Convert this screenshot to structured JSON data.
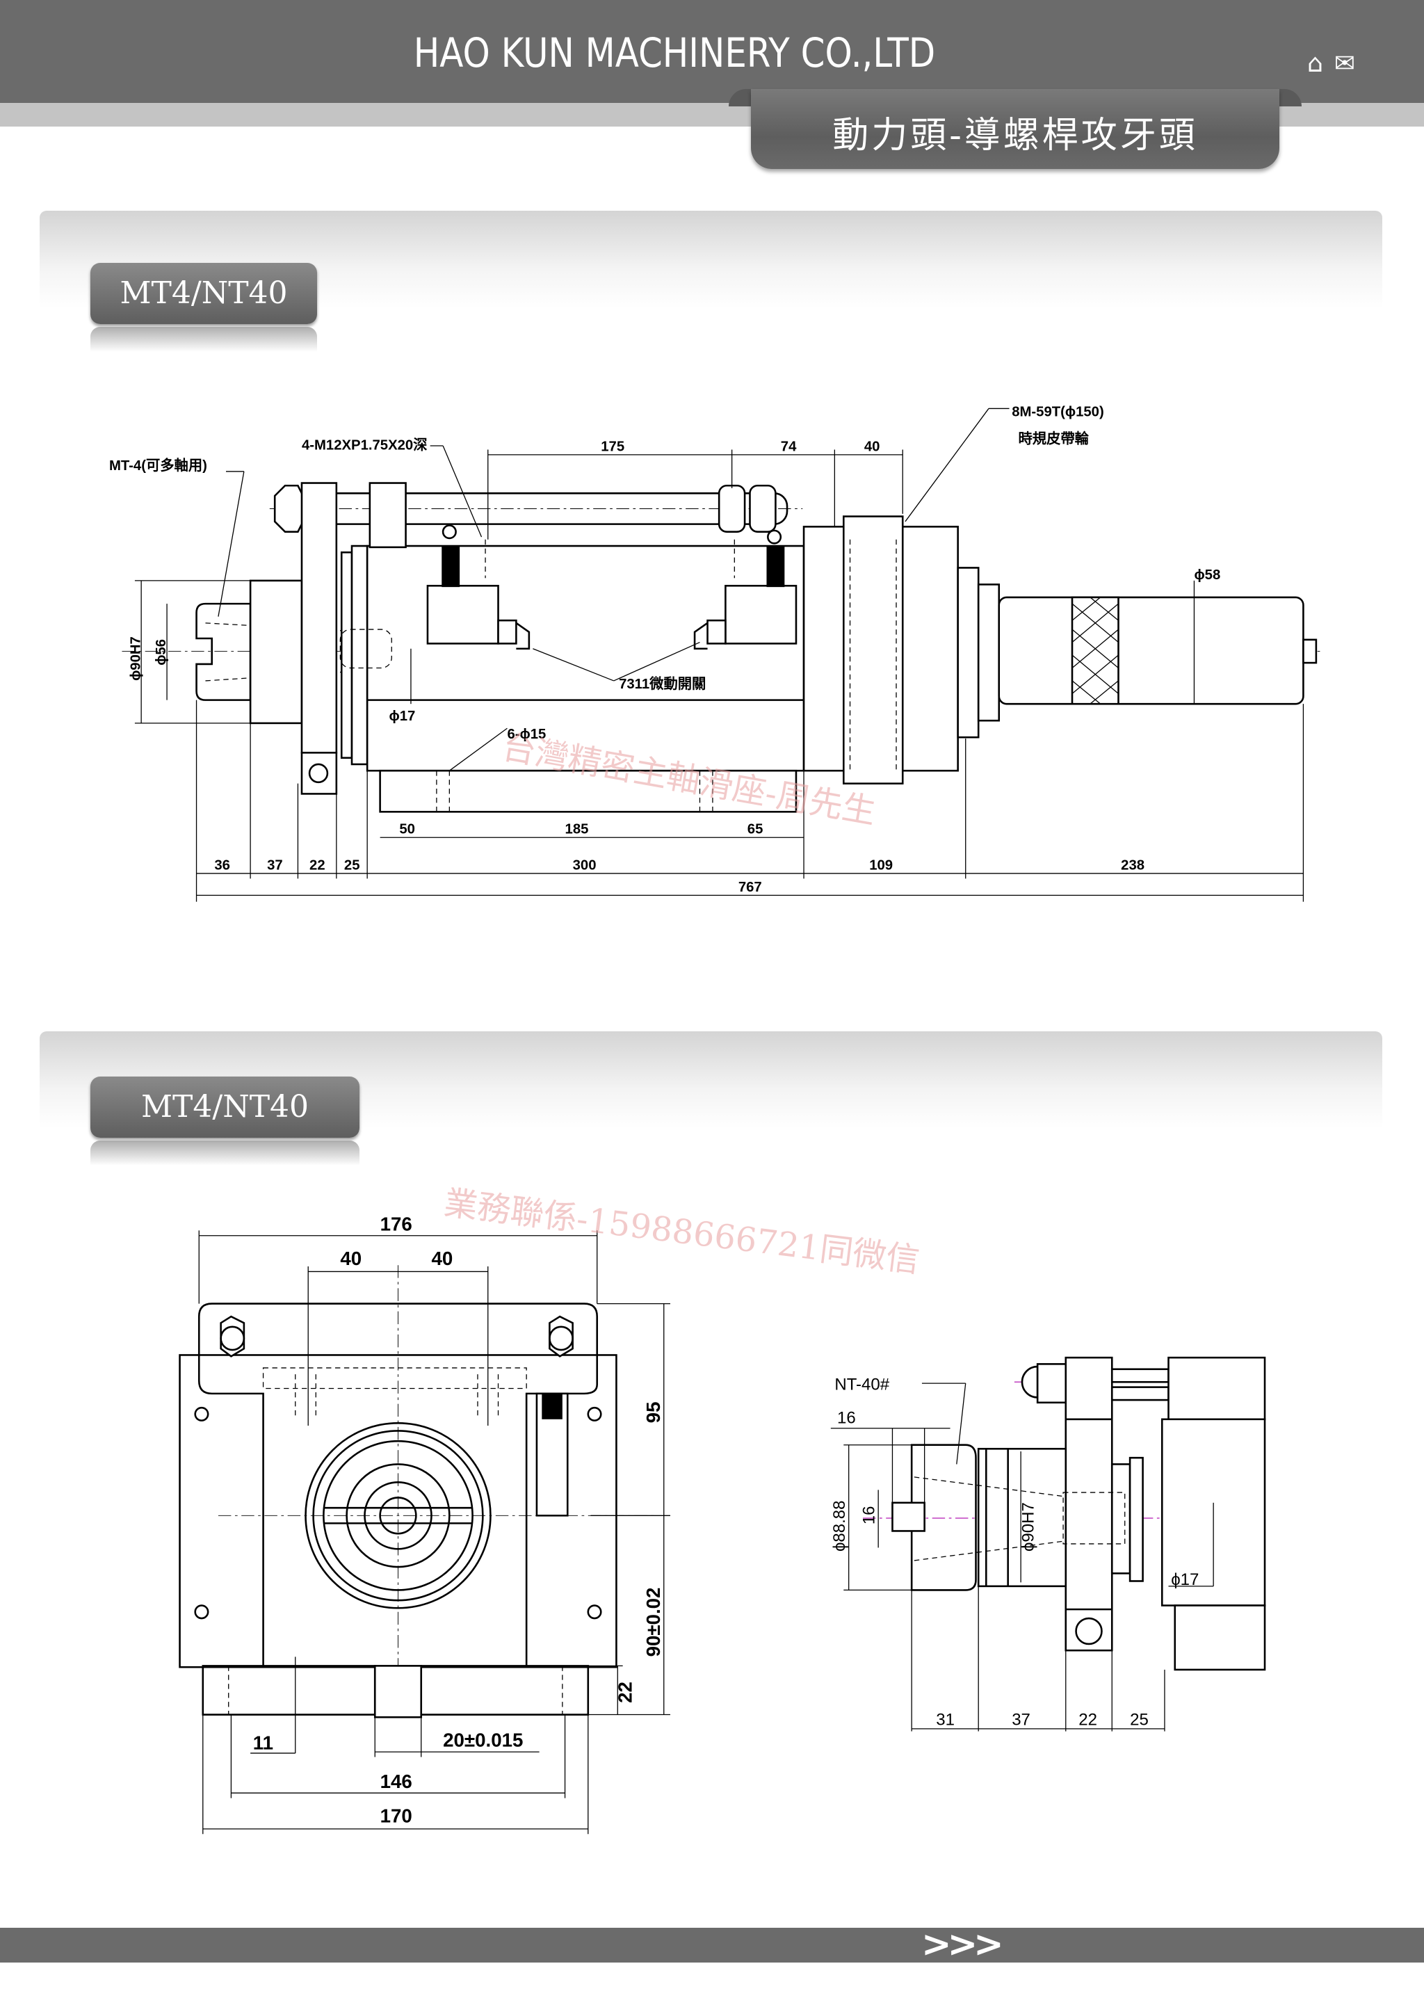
{
  "header": {
    "company": "HAO KUN MACHINERY CO.,LTD",
    "home_icon": "home-icon",
    "mail_icon": "mail-icon",
    "page_title": "動力頭-導螺桿攻牙頭"
  },
  "sections": [
    {
      "label": "MT4/NT40"
    },
    {
      "label": "MT4/NT40"
    }
  ],
  "drawing1": {
    "labels": {
      "mt4": "MT-4(可多軸用)",
      "thread": "4-M12XP1.75X20深",
      "pulley_spec": "8M-59T(ϕ150)",
      "pulley_name": "時規皮帶輪",
      "switch": "7311微動開關",
      "bore": "ϕ17",
      "holes": "6-ϕ15",
      "d90": "ϕ90H7",
      "d56": "ϕ56",
      "d58": "ϕ58"
    },
    "top_dims": [
      "175",
      "74",
      "40"
    ],
    "base_dims": [
      "50",
      "185",
      "65"
    ],
    "length_dims": [
      "36",
      "37",
      "22",
      "25",
      "300",
      "109",
      "238"
    ],
    "overall": "767",
    "watermark": "台灣精密主軸滑座-周先生"
  },
  "drawing2": {
    "front": {
      "width": "176",
      "left40": "40",
      "right40": "40",
      "h95": "95",
      "h90": "90±0.02",
      "h22": "22",
      "d11": "11",
      "key": "20±0.015",
      "d146": "146",
      "d170": "170"
    },
    "side": {
      "nt40": "NT-40#",
      "d16top": "16",
      "d8888": "ϕ88.88",
      "d16v": "16",
      "d90": "ϕ90H7",
      "d17": "ϕ17",
      "dims": [
        "31",
        "37",
        "22",
        "25"
      ]
    },
    "watermark": "業務聯係-15988666721同微信"
  },
  "footer": {
    "next": ">>>"
  }
}
